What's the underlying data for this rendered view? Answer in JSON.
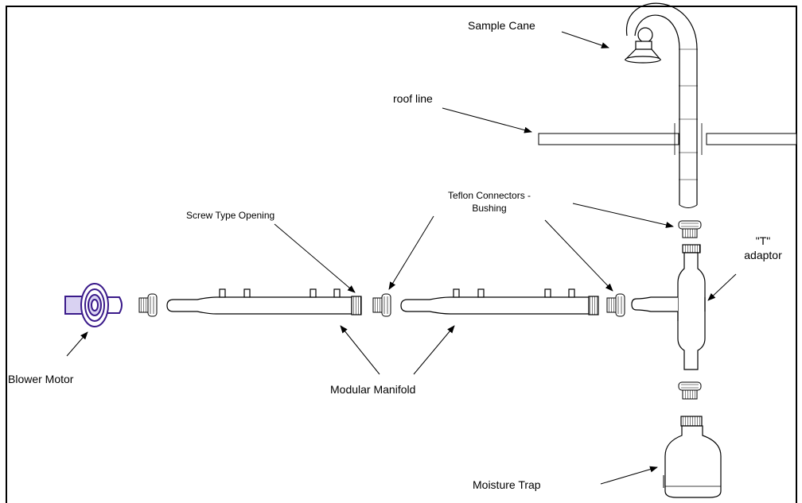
{
  "labels": {
    "sample_cane": "Sample Cane",
    "roof_line": "roof line",
    "teflon_connectors": [
      "Teflon Connectors -",
      "Bushing"
    ],
    "screw_type_opening": "Screw Type Opening",
    "t_adaptor": [
      "\"T\"",
      "adaptor"
    ],
    "blower_motor": "Blower Motor",
    "modular_manifold": "Modular Manifold",
    "moisture_trap": "Moisture Trap"
  },
  "colors": {
    "line": "#000000",
    "blower_motor": "#3a1a8a",
    "blower_motor_fill": "#d9d2f2"
  }
}
